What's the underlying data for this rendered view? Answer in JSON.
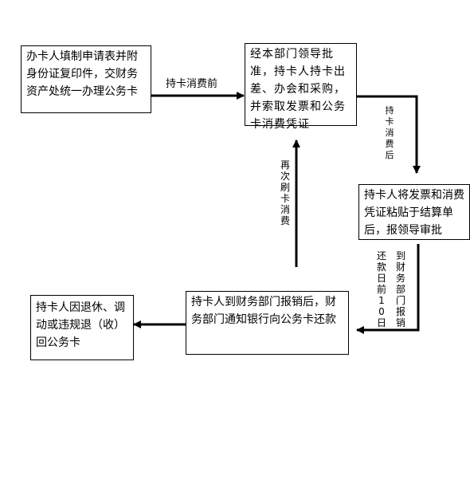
{
  "boxes": {
    "apply": "办卡人填制申请表并附身份证复印件，交财务资产处统一办理公务卡",
    "approve": "经本部门领导批准，持卡人持卡出差、办会和采购，并索取发票和公务卡消费凭证",
    "attach": "持卡人将发票和消费凭证粘贴于结算单后，报领导审批",
    "reimburse": "持卡人到财务部门报销后，财务部门通知银行向公务卡还款",
    "return": "持卡人因退休、调动或违规退（收）回公务卡"
  },
  "arrows": {
    "before": "持卡消费前",
    "after": "持卡消费后",
    "again": "再次刷卡消费",
    "to_finance": "到财务部门报销",
    "repay": "还款日前10日"
  }
}
